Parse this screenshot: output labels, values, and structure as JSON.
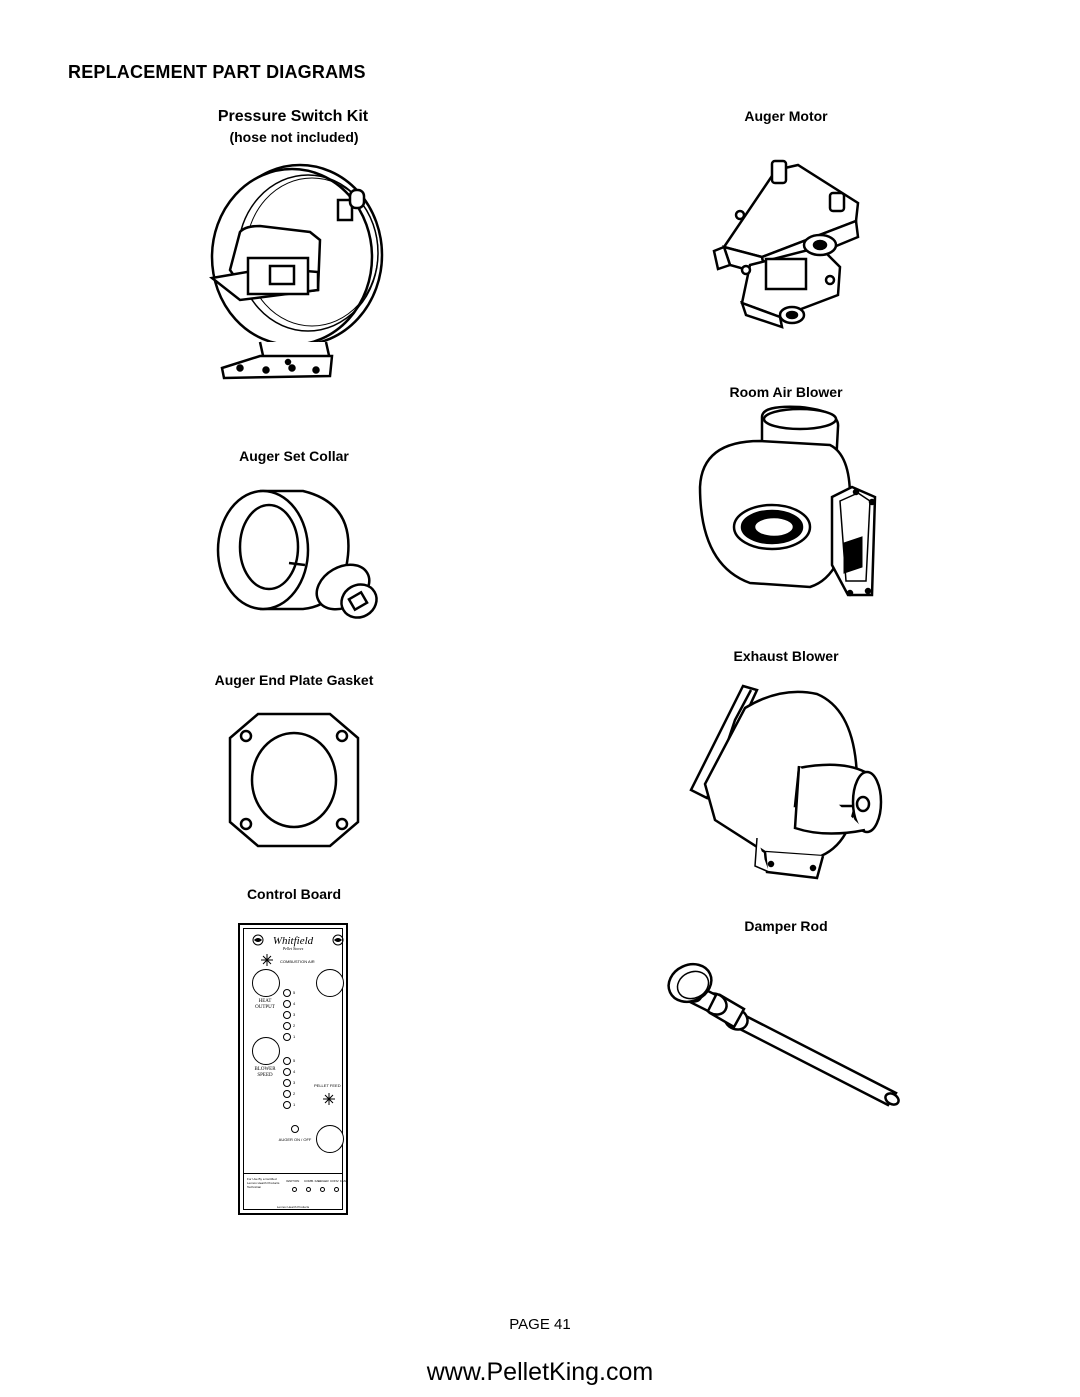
{
  "heading": "REPLACEMENT PART DIAGRAMS",
  "parts": {
    "pressure_switch_kit": {
      "title": "Pressure Switch Kit",
      "note": "(hose not included)"
    },
    "auger_motor": {
      "title": "Auger Motor"
    },
    "room_air_blower": {
      "title": "Room Air Blower"
    },
    "auger_set_collar": {
      "title": "Auger Set Collar"
    },
    "auger_end_plate_gasket": {
      "title": "Auger End Plate Gasket"
    },
    "exhaust_blower": {
      "title": "Exhaust Blower"
    },
    "control_board": {
      "title": "Control Board"
    },
    "damper_rod": {
      "title": "Damper Rod"
    }
  },
  "control_board_panel": {
    "brand": "Whitfield",
    "brand_sub": "Pellet Stoves",
    "combustion_air": "COMBUSTION AIR",
    "heat_output": "HEAT OUTPUT",
    "blower_speed": "BLOWER SPEED",
    "pellet_feed": "PELLET FEED",
    "auger_on_off": "AUGER ON / OFF",
    "levels": [
      "5",
      "4",
      "3",
      "2",
      "1"
    ],
    "footer_text": "For Use By a Certified Lennox Hearth Products Technician",
    "status_labels": [
      "IGNITION",
      "COMB. FAN",
      "AUGER",
      "CONV. FAN"
    ],
    "mfr": "Lennox Hearth Products"
  },
  "page_label": "PAGE 41",
  "site_url": "www.PelletKing.com"
}
